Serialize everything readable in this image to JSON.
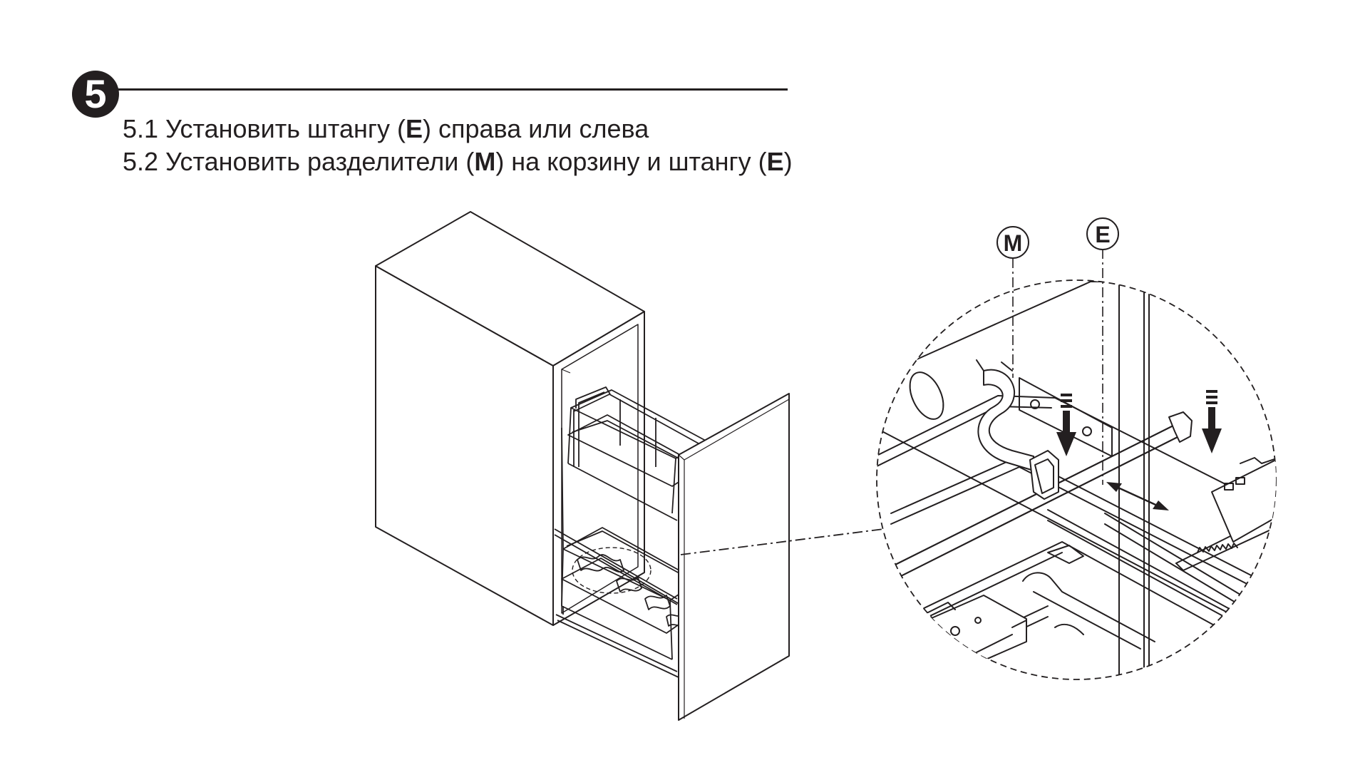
{
  "step": {
    "number": "5"
  },
  "instructions": [
    {
      "prefix": "5.1 Установить штангу (",
      "part": "E",
      "suffix": ") справа или слева"
    },
    {
      "prefix": "5.2 Установить разделители (",
      "part1": "M",
      "middle": ") на корзину и штангу (",
      "part2": "E",
      "suffix": ")"
    }
  ],
  "callouts": {
    "divider": "M",
    "rail": "E"
  },
  "icons": {
    "down_arrow": "down-arrow-icon",
    "double_arrow": "double-arrow-icon"
  }
}
